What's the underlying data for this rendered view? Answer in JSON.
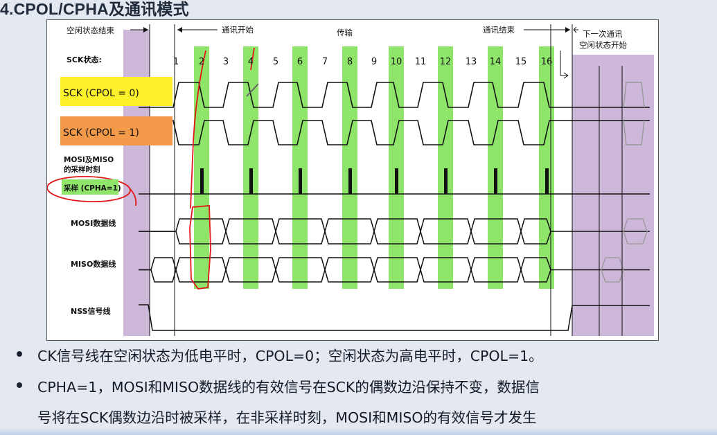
{
  "slide": {
    "title": "4.CPOL/CPHA及通讯模式"
  },
  "diagram": {
    "phase_labels": {
      "idle_end": "空闲状态结束",
      "comm_start": "通讯开始",
      "transfer": "传输",
      "comm_end": "通讯结束",
      "next_idle_line1": "下一次通讯",
      "next_idle_line2": "空闲状态开始"
    },
    "row_labels": {
      "sck_state": "SCK状态:",
      "sck_cpol0": "SCK (CPOL = 0)",
      "sck_cpol1": "SCK (CPOL = 1)",
      "sample_line1": "MOSI及MISO",
      "sample_line2": "的采样时刻",
      "cpha": "采样 (CPHA=1)",
      "mosi": "MOSI数据线",
      "miso": "MISO数据线",
      "nss": "NSS信号线"
    },
    "edge_numbers": [
      "1",
      "2",
      "3",
      "4",
      "5",
      "6",
      "7",
      "8",
      "9",
      "10",
      "11",
      "12",
      "13",
      "14",
      "15",
      "16"
    ],
    "highlighted_edges": [
      "2",
      "4",
      "6",
      "8",
      "10",
      "12",
      "14",
      "16"
    ],
    "colors": {
      "cpol0_label_bg": "#fdf12a",
      "cpol1_label_bg": "#f29a4a",
      "cpha_label_bg": "#8fe46a",
      "sample_band": "#8fe46a",
      "idle_band": "#cdb8d9",
      "annotation_red": "#e01818"
    }
  },
  "bullets": [
    {
      "text": "CK信号线在空闲状态为低电平时，CPOL=0；空闲状态为高电平时，CPOL=1。"
    },
    {
      "text": "CPHA=1，MOSI和MISO数据线的有效信号在SCK的偶数边沿保持不变，数据信"
    },
    {
      "text": "号将在SCK偶数边沿时被采样，在非采样时刻，MOSI和MISO的有效信号才发生"
    }
  ]
}
